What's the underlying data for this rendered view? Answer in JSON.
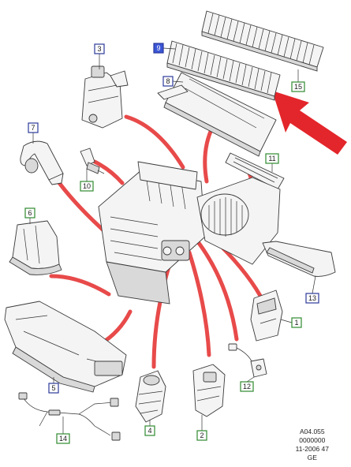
{
  "callouts": [
    {
      "id": "c3",
      "label": "3"
    },
    {
      "id": "c9",
      "label": "9"
    },
    {
      "id": "c8",
      "label": "8"
    },
    {
      "id": "c15",
      "label": "15"
    },
    {
      "id": "c7",
      "label": "7"
    },
    {
      "id": "c11",
      "label": "11"
    },
    {
      "id": "c10",
      "label": "10"
    },
    {
      "id": "c6",
      "label": "6"
    },
    {
      "id": "c13",
      "label": "13"
    },
    {
      "id": "c1",
      "label": "1"
    },
    {
      "id": "c12",
      "label": "12"
    },
    {
      "id": "c5",
      "label": "5"
    },
    {
      "id": "c4",
      "label": "4"
    },
    {
      "id": "c2",
      "label": "2"
    },
    {
      "id": "c14",
      "label": "14"
    }
  ],
  "reference": {
    "line1": "A04.055",
    "line2": "0000000",
    "line3": "11-2006 47",
    "line4": "GE"
  },
  "colors": {
    "arrow": "#e84a4a",
    "callout_blue": "#2b3a9a",
    "callout_green": "#2f8a2f"
  }
}
